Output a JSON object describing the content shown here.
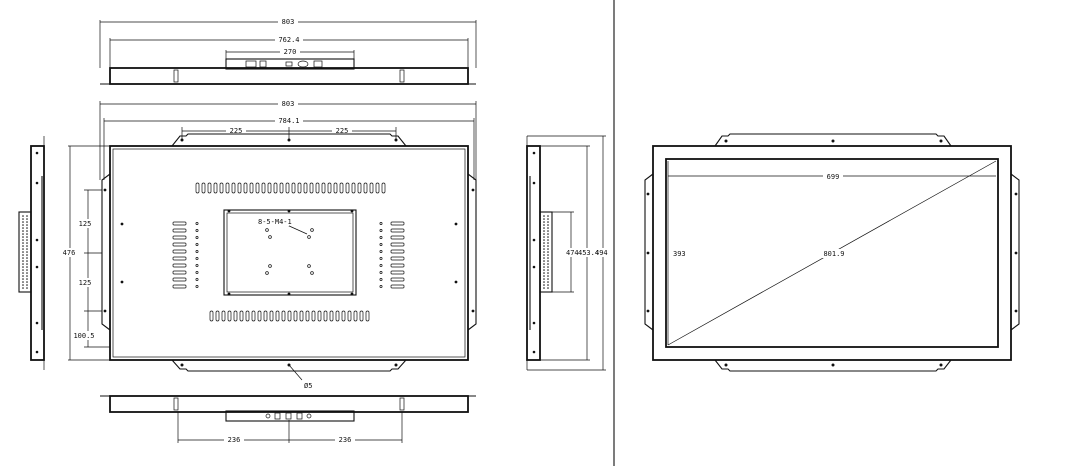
{
  "dimensions": {
    "top_overall_width": "803",
    "top_bezel_width": "762.4",
    "top_port_width": "270",
    "front_overall_width": "803",
    "front_bracket_span": "784.1",
    "front_left_hole_offset": "225",
    "front_right_hole_offset": "225",
    "vesa_label": "8-5-M4-1",
    "left_upper_spacing": "125",
    "left_middle_spacing": "125",
    "left_lower_spacing": "100.5",
    "front_overall_height": "476",
    "hole_diameter": "Ø5",
    "bottom_left_offset": "236",
    "bottom_right_offset": "236",
    "side_inner_height": "474",
    "side_mid_height": "453.4",
    "side_outer_height": "494",
    "active_width": "699",
    "active_height": "393",
    "active_diagonal": "801.9"
  }
}
